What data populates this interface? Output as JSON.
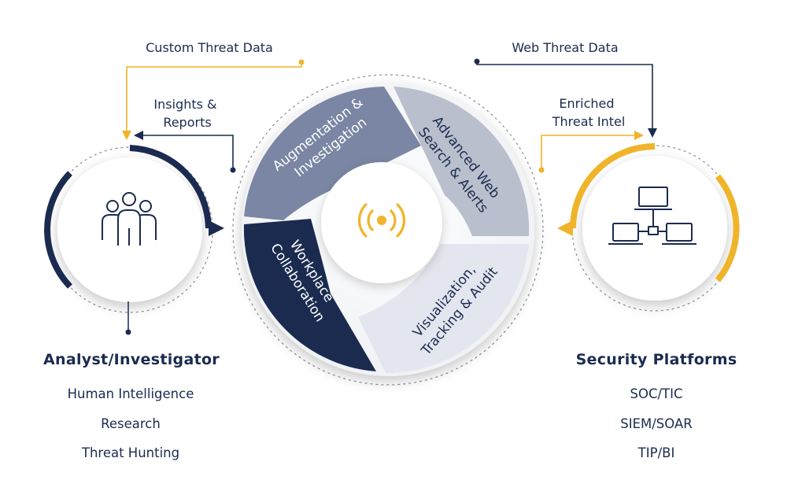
{
  "flows": {
    "custom_threat_data": "Custom Threat Data",
    "insights_reports": [
      "Insights &",
      "Reports"
    ],
    "web_threat_data": "Web Threat Data",
    "enriched_threat_intel": [
      "Enriched",
      "Threat Intel"
    ]
  },
  "center": {
    "icon": "broadcast-signal-icon",
    "segments": [
      {
        "id": "augmentation",
        "lines": [
          "Augmentation &",
          "Investigation"
        ]
      },
      {
        "id": "web",
        "lines": [
          "Advanced Web",
          "Search & Alerts"
        ]
      },
      {
        "id": "visualization",
        "lines": [
          "Visualization,",
          "Tracking & Audit"
        ]
      },
      {
        "id": "collaboration",
        "lines": [
          "Workplace",
          "Collaboration"
        ]
      }
    ]
  },
  "left": {
    "icon": "people-group-icon",
    "title": "Analyst/Investigator",
    "items": [
      "Human Intelligence",
      "Research",
      "Threat Hunting"
    ]
  },
  "right": {
    "icon": "network-computers-icon",
    "title": "Security Platforms",
    "items": [
      "SOC/TIC",
      "SIEM/SOAR",
      "TIP/BI"
    ]
  },
  "colors": {
    "navy": "#1b2b50",
    "gold": "#f0b42a",
    "seg_augmentation": "#7a86a3",
    "seg_web": "#b9bfcc",
    "seg_visualization": "#e3e6ee",
    "seg_collaboration": "#1b2b50"
  }
}
